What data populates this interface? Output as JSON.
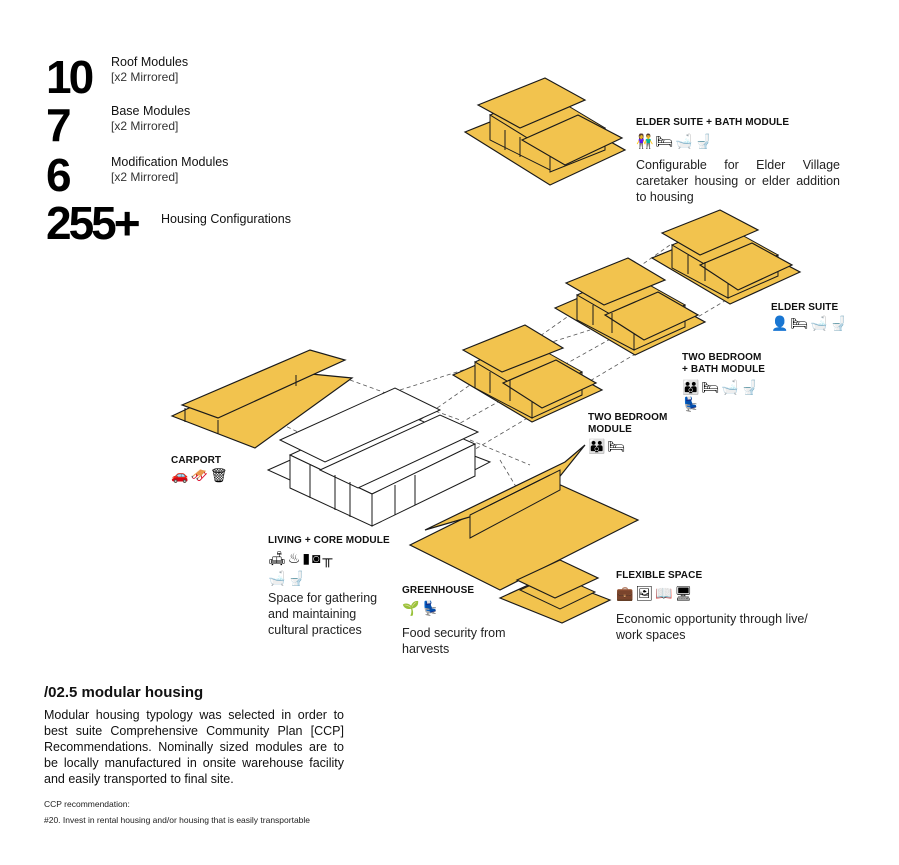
{
  "stats": [
    {
      "number": "10",
      "label": "Roof Modules",
      "sub": "[x2 Mirrored]"
    },
    {
      "number": "7",
      "label": "Base Modules",
      "sub": "[x2 Mirrored]"
    },
    {
      "number": "6",
      "label": "Modification Modules",
      "sub": "[x2 Mirrored]"
    },
    {
      "number": "255+",
      "label": "Housing Configurations"
    }
  ],
  "modules": {
    "elder_suite_bath": {
      "title": "ELDER SUITE + BATH MODULE",
      "desc": "Configurable for Elder Village caretaker housing or elder addition to housing"
    },
    "elder_suite": {
      "title": "ELDER SUITE"
    },
    "two_bed_bath": {
      "title_line1": "TWO BEDROOM",
      "title_line2": "+ BATH MODULE"
    },
    "two_bed": {
      "title_line1": "TWO BEDROOM",
      "title_line2": "MODULE"
    },
    "carport": {
      "title": "CARPORT"
    },
    "living_core": {
      "title": "LIVING + CORE MODULE",
      "desc": "Space for gathering and maintaining cultural practices"
    },
    "greenhouse": {
      "title": "GREENHOUSE",
      "desc": "Food security from harvests"
    },
    "flexible": {
      "title": "FLEXIBLE SPACE",
      "desc": "Economic opportunity through live/ work spaces"
    }
  },
  "section": {
    "heading": "/02.5 modular housing",
    "body": "Modular housing typology was selected in order to best suite Comprehensive Community Plan [CCP] Recommendations. Nominally sized modules are to be locally manufactured in onsite warehouse facility and easily transported to final site.",
    "note_label": "CCP recommendation:",
    "note": "#20. Invest in rental housing and/or housing that is easily transportable"
  },
  "colors": {
    "module_fill": "#F2C34E",
    "outline": "#1a1a1a"
  }
}
